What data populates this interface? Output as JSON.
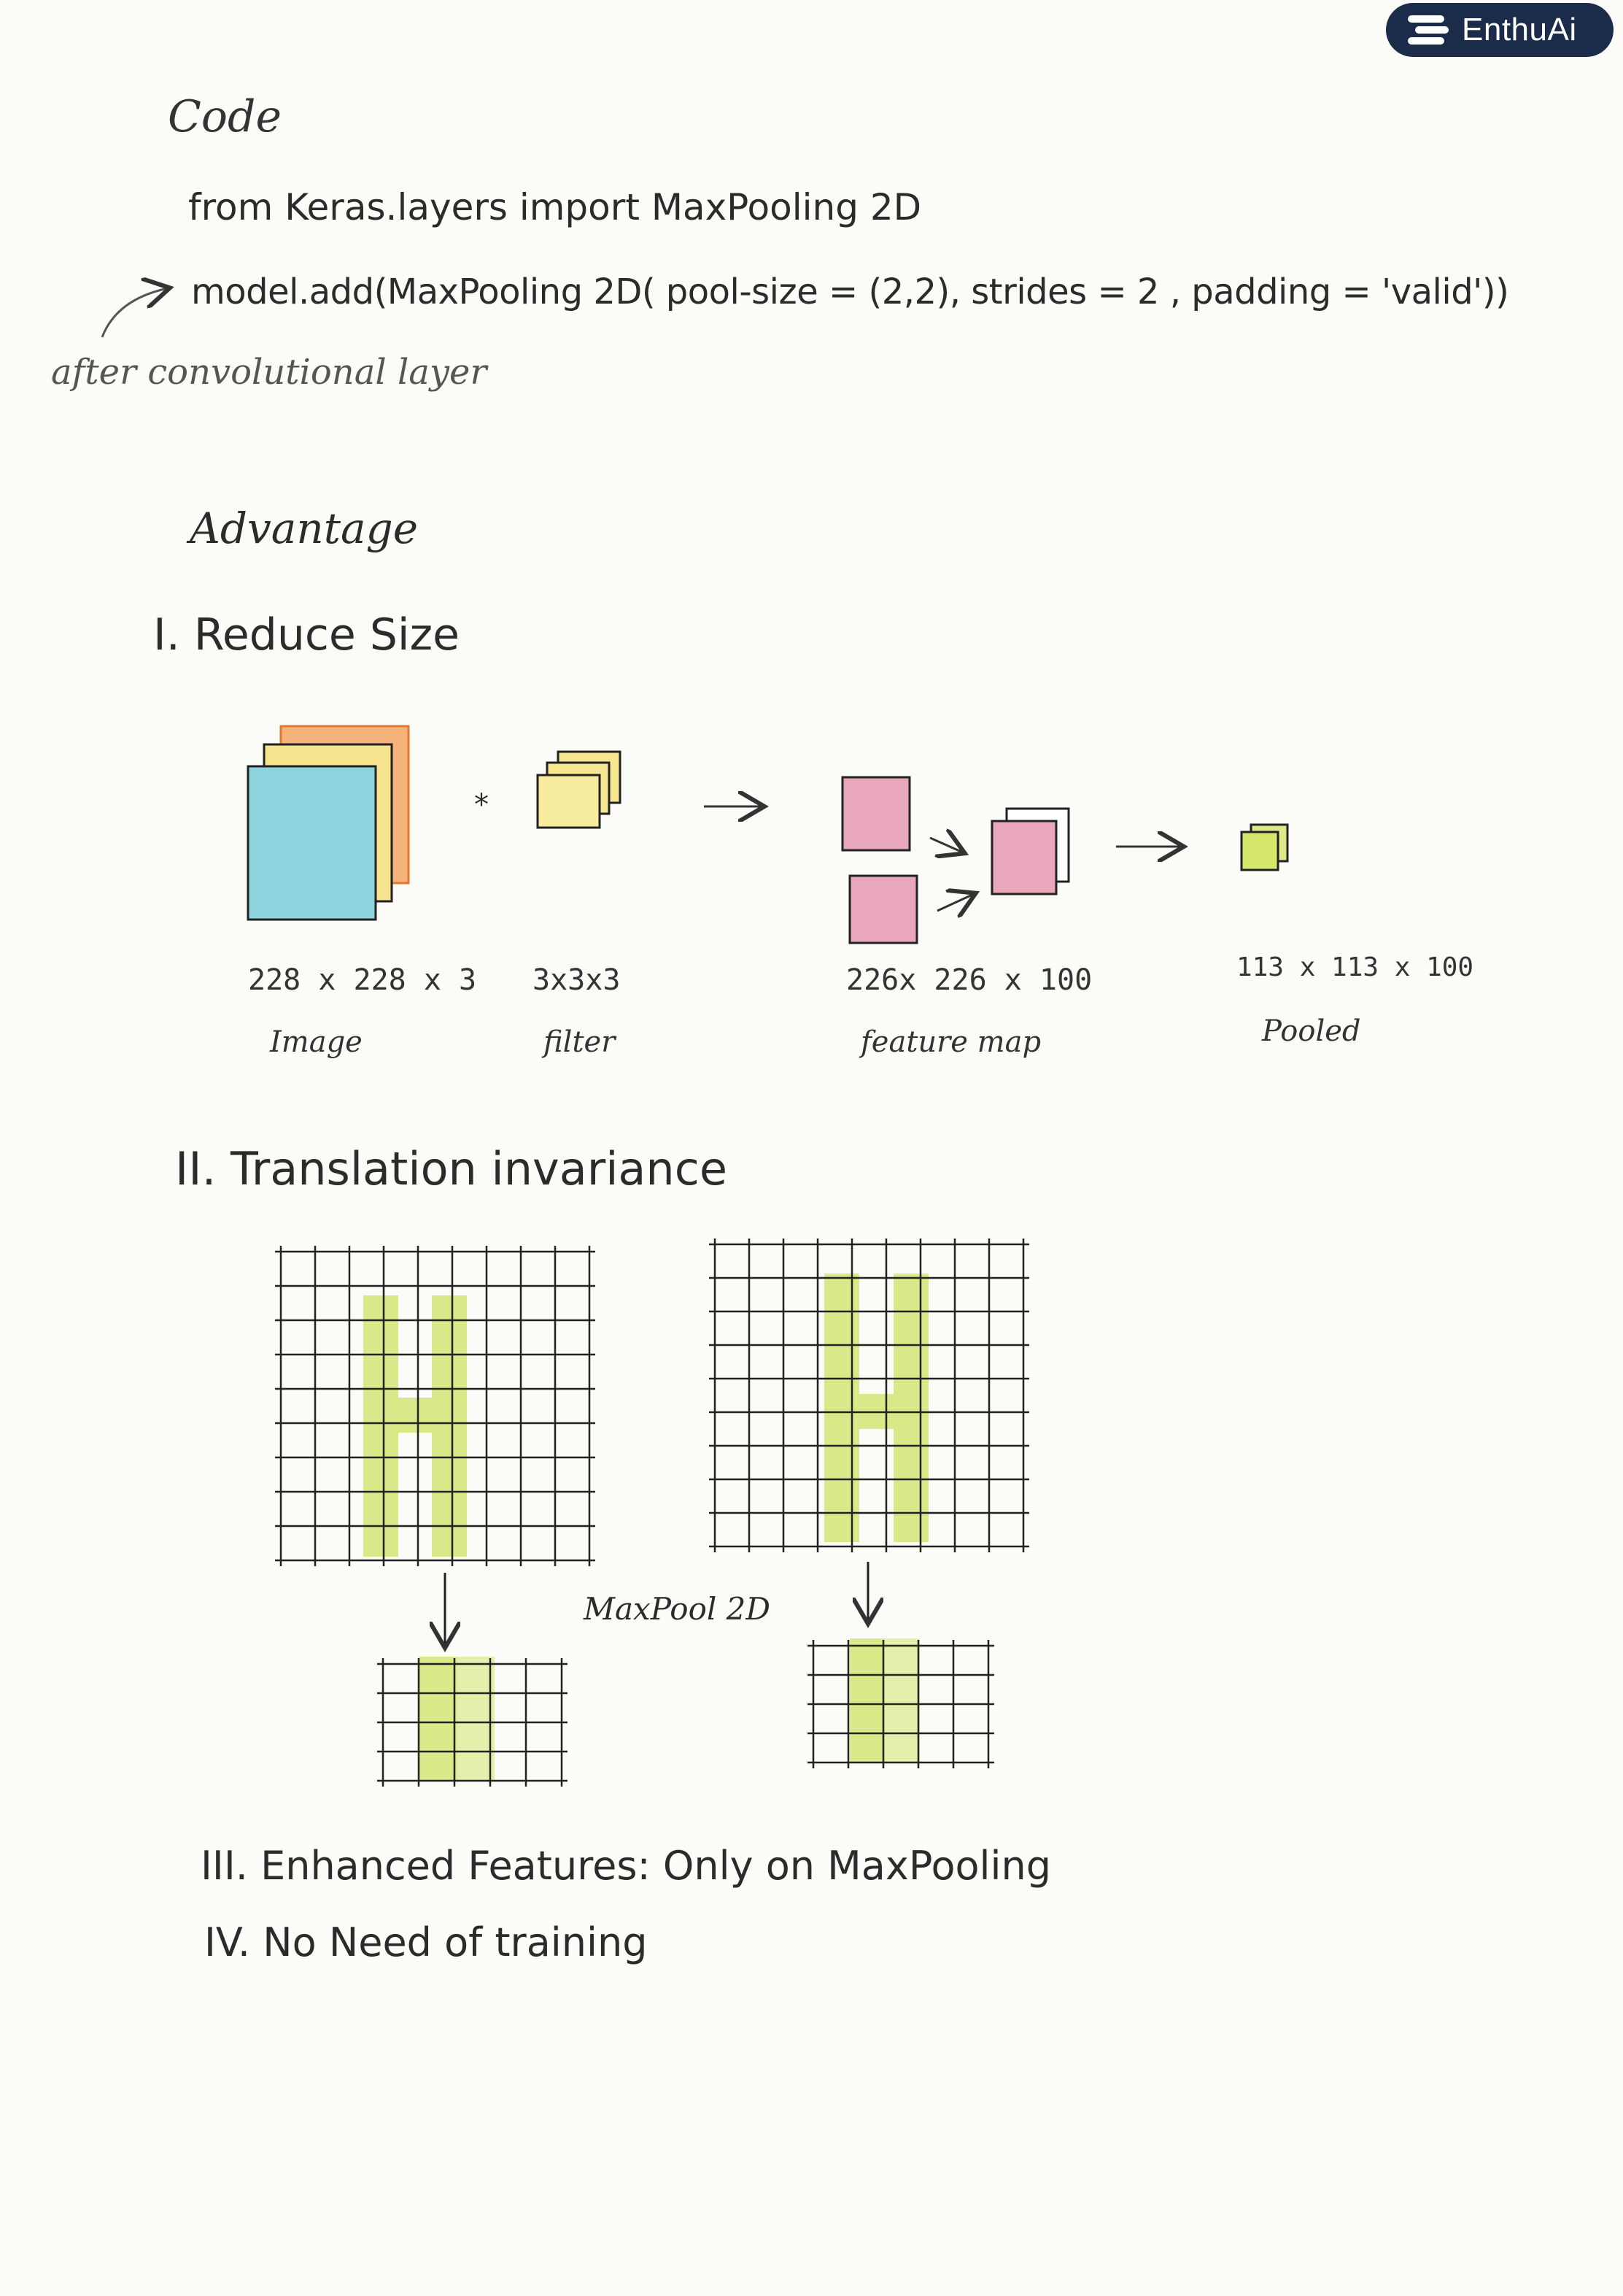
{
  "brand": {
    "name": "EnthuAi",
    "icon": "stacked-lines-logo-icon",
    "bg": "#1b2b4a"
  },
  "code_section": {
    "heading": "Code",
    "import_line": "from Keras.layers import MaxPooling 2D",
    "model_line": "model.add(MaxPooling 2D( pool-size = (2,2), strides = 2 , padding = 'valid'))",
    "note": "after convolutional layer"
  },
  "advantage_section": {
    "heading": "Advantage",
    "point1": "I. Reduce Size",
    "diagram1": {
      "image": {
        "dims": "228 x 228 x 3",
        "label": "Image",
        "colors": [
          "#8fd6e0",
          "#f3d88a",
          "#f0a060"
        ]
      },
      "operator": "*",
      "filter": {
        "dims": "3x3x3",
        "label": "filter",
        "color": "#f6e690"
      },
      "feature_map": {
        "dims": "226x 226 x 100",
        "label": "feature map",
        "color": "#e8a0b4"
      },
      "pooled": {
        "dims": "113 x 113 x 100",
        "label": "Pooled",
        "color": "#d6e66a"
      }
    },
    "point2": "II. Translation invariance",
    "diagram2": {
      "center_label": "MaxPool 2D",
      "highlight": "#d8e98a"
    },
    "point3": "III. Enhanced Features: Only on MaxPooling",
    "point4": "IV. No Need of training"
  }
}
